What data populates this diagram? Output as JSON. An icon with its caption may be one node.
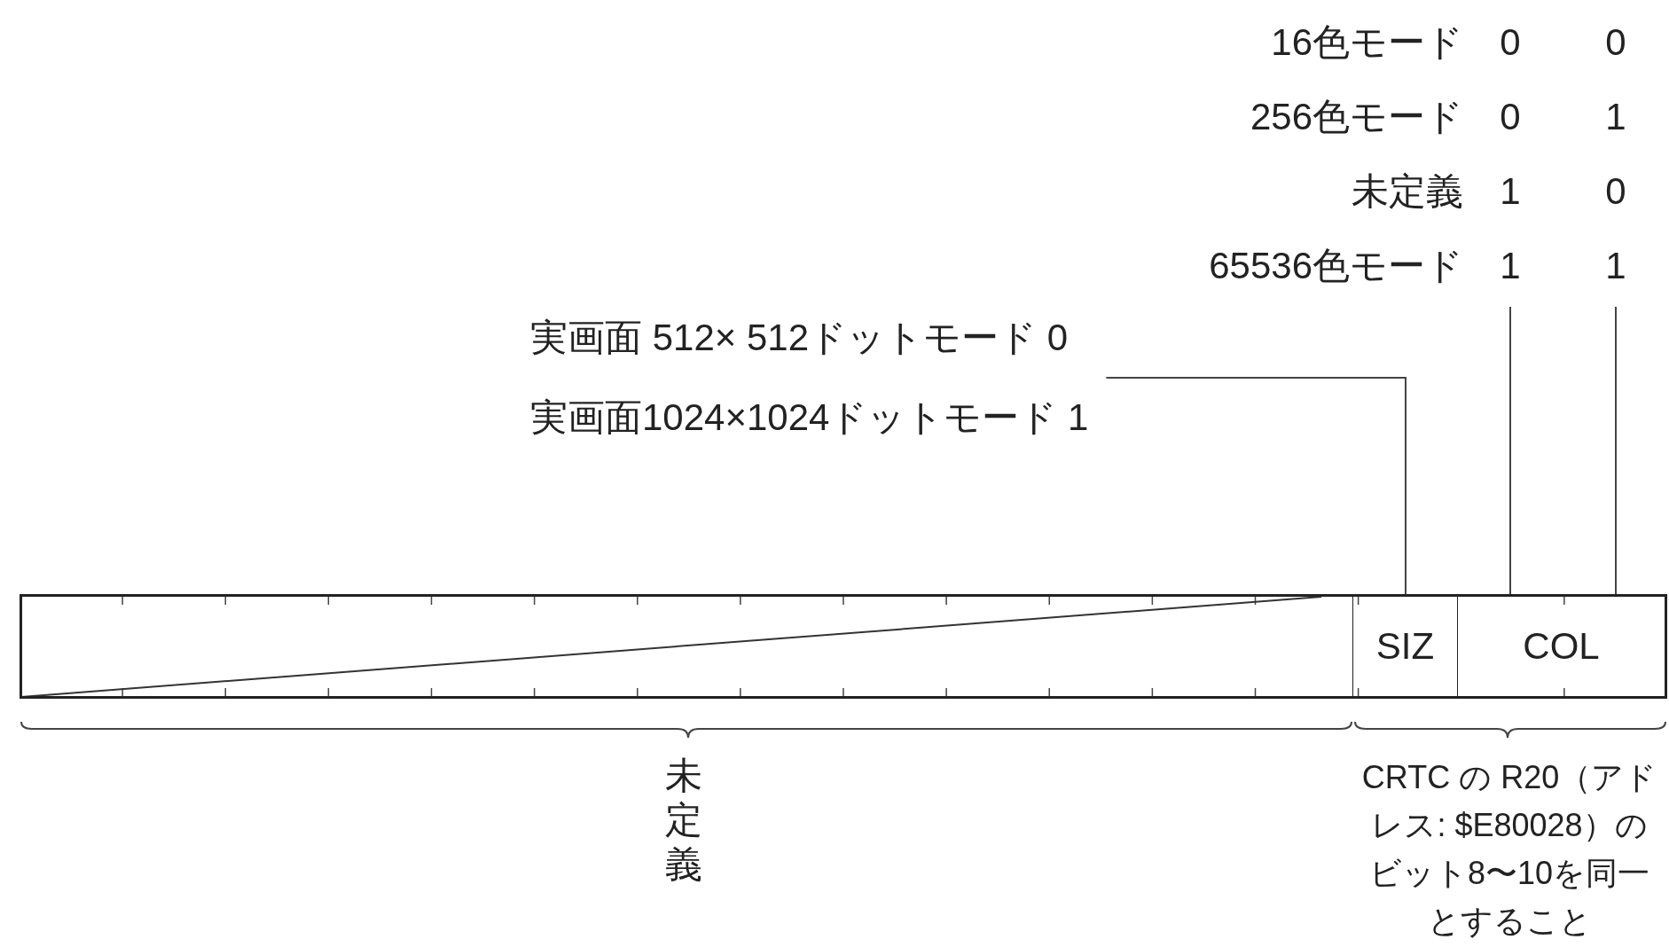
{
  "diagram": {
    "nodes": [
      {
        "text": [],
        "shape": "box"
      },
      {
        "text": [
          "SIZ"
        ]
      },
      {
        "text": [
          "COL"
        ]
      },
      {
        "text": [
          "0",
          "0",
          "1",
          "1"
        ]
      },
      {
        "text": [
          "0",
          "1",
          "0",
          "1"
        ]
      },
      {
        "text": [
          "実画面 512× 512ドットモード 0",
          "実画面1024×1024ドットモード 1"
        ]
      }
    ],
    "edges": [
      {
        "from": 3,
        "to": 2,
        "arrow": "none"
      },
      {
        "from": 4,
        "to": 2,
        "arrow": "none"
      },
      {
        "from": 5,
        "to": 1,
        "arrow": "none"
      }
    ],
    "labels": [
      "16色モード",
      "256色モード",
      "未定義",
      "65536色モード",
      "未定義",
      "CRTC の R20（アドレス: $E80028）のビット8〜10を同一とすること"
    ]
  }
}
